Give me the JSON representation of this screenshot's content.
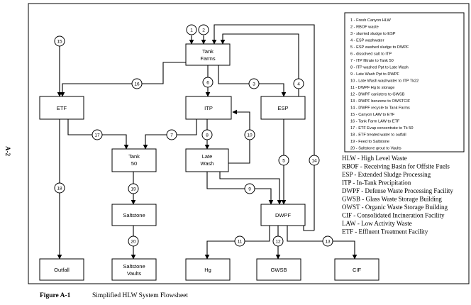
{
  "page_label": "A-2",
  "figure": {
    "number": "Figure A-1",
    "caption": "Simplified HLW System Flowsheet"
  },
  "boxes": {
    "tank_farms": [
      "Tank",
      "Farms"
    ],
    "etf": [
      "ETF"
    ],
    "itp": [
      "ITP"
    ],
    "esp": [
      "ESP"
    ],
    "tank50": [
      "Tank",
      "50"
    ],
    "late_wash": [
      "Late",
      "Wash"
    ],
    "saltstone": [
      "Saltstone"
    ],
    "dwpf": [
      "DWPF"
    ],
    "saltstone_vaults": [
      "Saltstone",
      "Vaults"
    ],
    "outfall": [
      "Outfall"
    ],
    "hg": [
      "Hg"
    ],
    "gwsb": [
      "GWSB"
    ],
    "cif": [
      "CIF"
    ]
  },
  "streams": [
    "1",
    "2",
    "3",
    "4",
    "5",
    "6",
    "7",
    "8",
    "9",
    "10",
    "11",
    "12",
    "13",
    "14",
    "15",
    "16",
    "17",
    "18",
    "19",
    "20"
  ],
  "legend": [
    "1 - Fresh Canyon HLW",
    "2 - RBOF waste",
    "3 - slurried sludge to ESP",
    "4 - ESP washwater",
    "5 - ESP washed sludge to DWPF",
    "6 - dissolved salt to ITP",
    "7 - ITP filtrate to Tank 50",
    "8 - ITP washed Ppt to Late Wash",
    "9 - Late Wash Ppt to DWPF",
    "10 - Late Wash washwater to ITP Tk22",
    "11 - DWPF Hg to storage",
    "12 - DWPF canisters to GWSB",
    "13 - DWPF benzene to OWSTCIF",
    "14 - DWPF recycle to Tank Farms",
    "15 - Canyon LAW to ETF",
    "16 - Tank Farm LAW to ETF",
    "17 - ETF Evap concentrate to Tk 50",
    "18 - ETF treated water to outfall",
    "19 - Feed to Saltstone",
    "20 - Saltstone grout to Vaults"
  ],
  "abbreviations": [
    "HLW - High Level Waste",
    "RBOF - Receiving Basin for Offsite Fuels",
    "ESP - Extended Sludge Processing",
    "ITP - In-Tank Precipitation",
    "DWPF - Defense Waste Processing Facility",
    "GWSB - Glass Waste Storage Building",
    "OWST - Organic Waste Storage Building",
    "CIF - Consolidated Incineration Facility",
    "LAW - Low Activity Waste",
    "ETF - Effluent Treatment Facility"
  ]
}
